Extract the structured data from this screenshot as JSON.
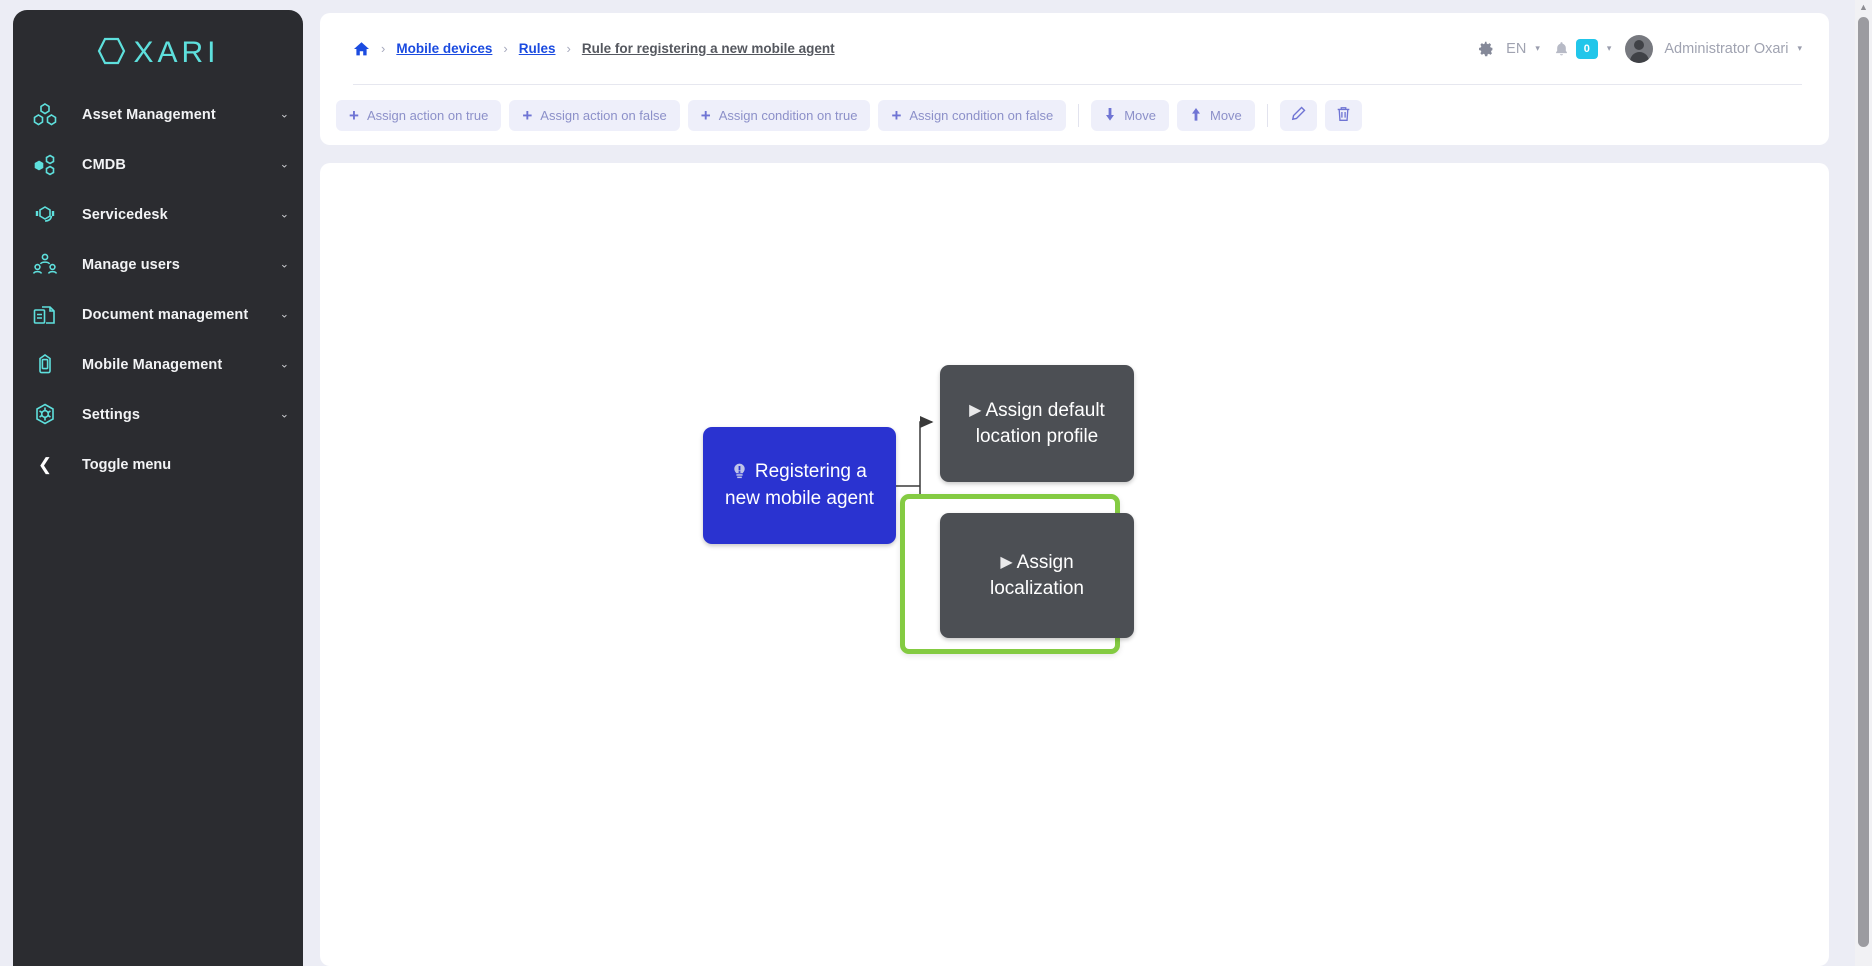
{
  "brand": {
    "logo_text": "XARI",
    "logo_mark": "hexagon-o",
    "accent": "#5EE0DD"
  },
  "sidebar": {
    "items": [
      {
        "label": "Asset Management",
        "icon": "assets-nodes-icon",
        "caret": "⌄"
      },
      {
        "label": "CMDB",
        "icon": "cmdb-nodes-icon",
        "caret": "⌄"
      },
      {
        "label": "Servicedesk",
        "icon": "headset-icon",
        "caret": "⌄"
      },
      {
        "label": "Manage users",
        "icon": "users-group-icon",
        "caret": "⌄"
      },
      {
        "label": "Document management",
        "icon": "documents-icon",
        "caret": "⌄"
      },
      {
        "label": "Mobile Management",
        "icon": "mobile-device-icon",
        "caret": "⌄"
      },
      {
        "label": "Settings",
        "icon": "gear-hex-icon",
        "caret": "⌄"
      }
    ],
    "toggle": {
      "label": "Toggle menu",
      "icon": "chevron-left-icon"
    }
  },
  "header": {
    "breadcrumb": {
      "home_icon": "home-icon",
      "separator": "›",
      "items": [
        {
          "label": "Mobile devices",
          "link": true
        },
        {
          "label": "Rules",
          "link": true
        },
        {
          "label": "Rule for registering a new mobile agent",
          "link": false
        }
      ]
    },
    "gear_icon": "gear-icon",
    "language": "EN",
    "caret": "▾",
    "bell_icon": "bell-icon",
    "notification_count": "0",
    "notification_color": "#21C6EA",
    "avatar_icon": "user-avatar",
    "username": "Administrator Oxari"
  },
  "toolbar": {
    "buttons": [
      {
        "label": "Assign action on true",
        "icon": "plus-icon",
        "kind": "plus"
      },
      {
        "label": "Assign action on false",
        "icon": "plus-icon",
        "kind": "plus"
      },
      {
        "label": "Assign condition on true",
        "icon": "plus-icon",
        "kind": "plus"
      },
      {
        "label": "Assign condition on false",
        "icon": "plus-icon",
        "kind": "plus"
      }
    ],
    "move_down": {
      "label": "Move",
      "icon": "arrow-down-icon",
      "glyph": "⬇"
    },
    "move_up": {
      "label": "Move",
      "icon": "arrow-up-icon",
      "glyph": "⬆"
    },
    "edit": {
      "label": "",
      "icon": "pencil-icon"
    },
    "delete": {
      "label": "",
      "icon": "trash-icon"
    }
  },
  "diagram": {
    "root": {
      "label": "Registering a new mobile agent",
      "icon": "alert-bulb-icon",
      "color": "#2A33D0"
    },
    "nodes": [
      {
        "label": "Assign default location profile",
        "icon": "play-icon",
        "color": "#4C4F54",
        "selected": false
      },
      {
        "label": "Assign localization",
        "icon": "play-icon",
        "color": "#4C4F54",
        "selected": true
      }
    ],
    "selection_color": "#84CB42"
  },
  "scrollbar": {
    "arrow_up": "▲"
  }
}
